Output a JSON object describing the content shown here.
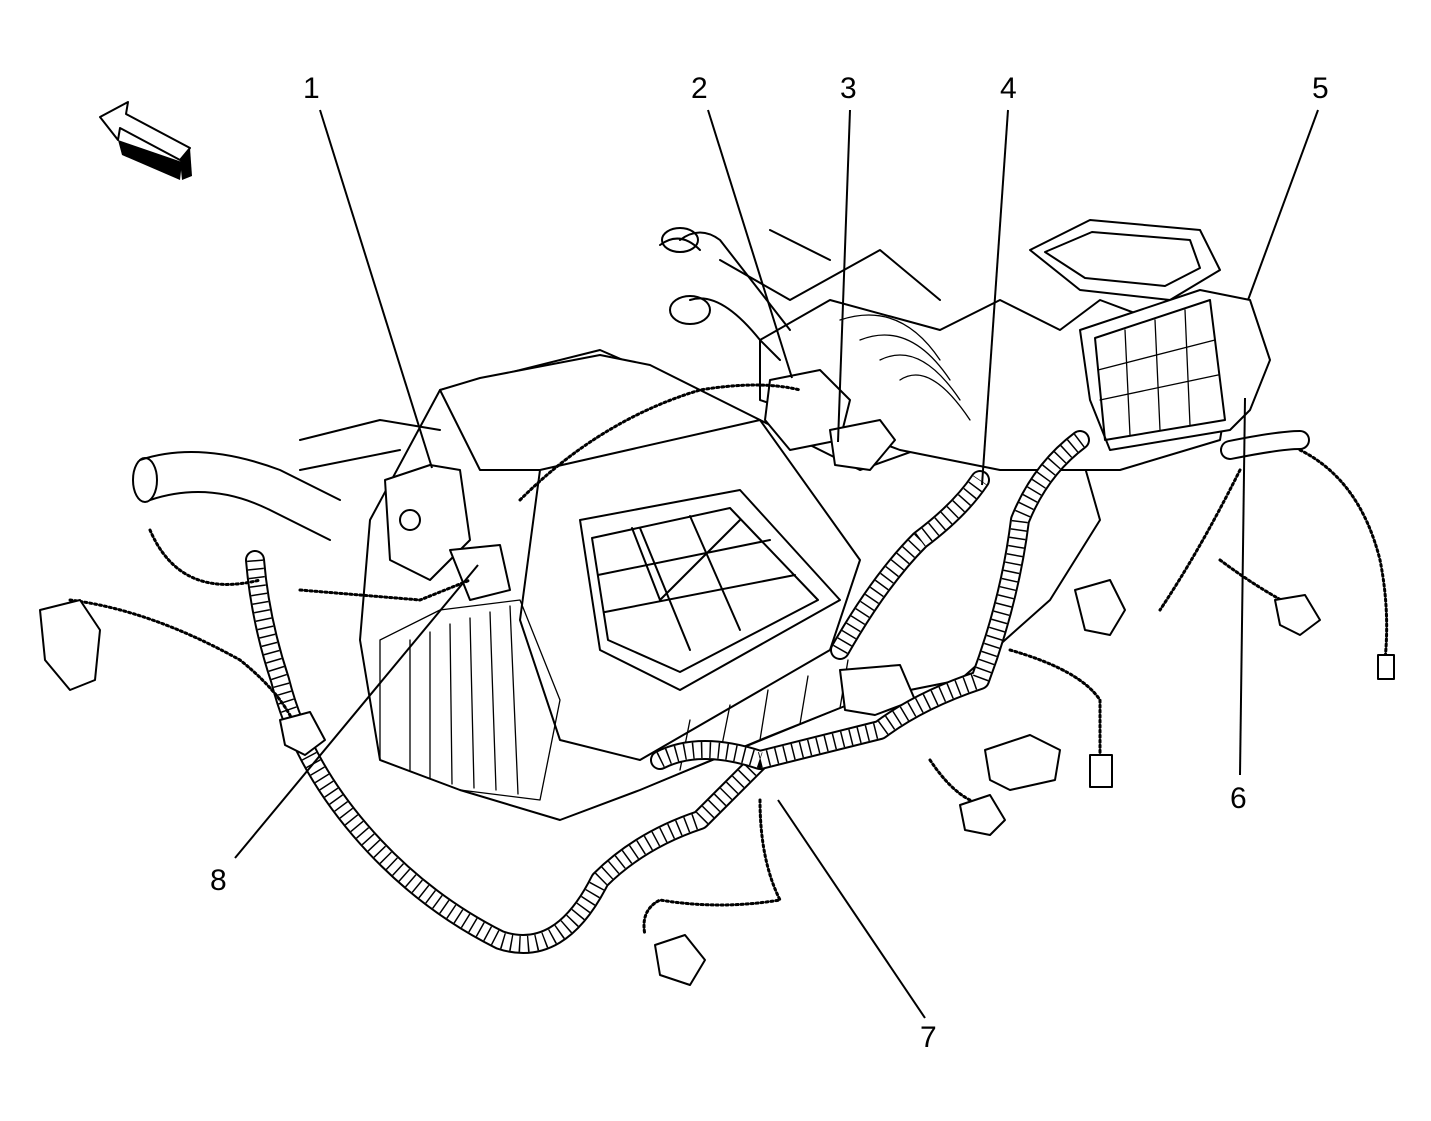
{
  "callouts": [
    {
      "label": "1"
    },
    {
      "label": "2"
    },
    {
      "label": "3"
    },
    {
      "label": "4"
    },
    {
      "label": "5"
    },
    {
      "label": "6"
    },
    {
      "label": "7"
    },
    {
      "label": "8"
    }
  ],
  "icons": {
    "direction_arrow": "front-direction-arrow-icon"
  }
}
